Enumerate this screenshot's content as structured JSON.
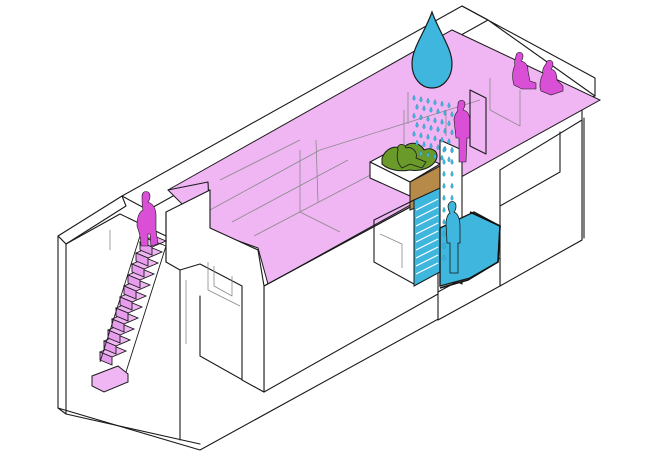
{
  "colors": {
    "pink_floor": "#f0b6f4",
    "pink_figure": "#d94fd6",
    "blue": "#3fb6dd",
    "blue_dark": "#1a6f97",
    "green": "#6a9a2a",
    "soil": "#b88a4a",
    "ink": "#1a1a1a"
  },
  "elements": {
    "water_drop": "water-drop-icon",
    "figures": [
      "person-roof-standing",
      "person-roof-sitting-1",
      "person-roof-sitting-2",
      "person-stair-top",
      "person-shower",
      "person-bath"
    ]
  }
}
